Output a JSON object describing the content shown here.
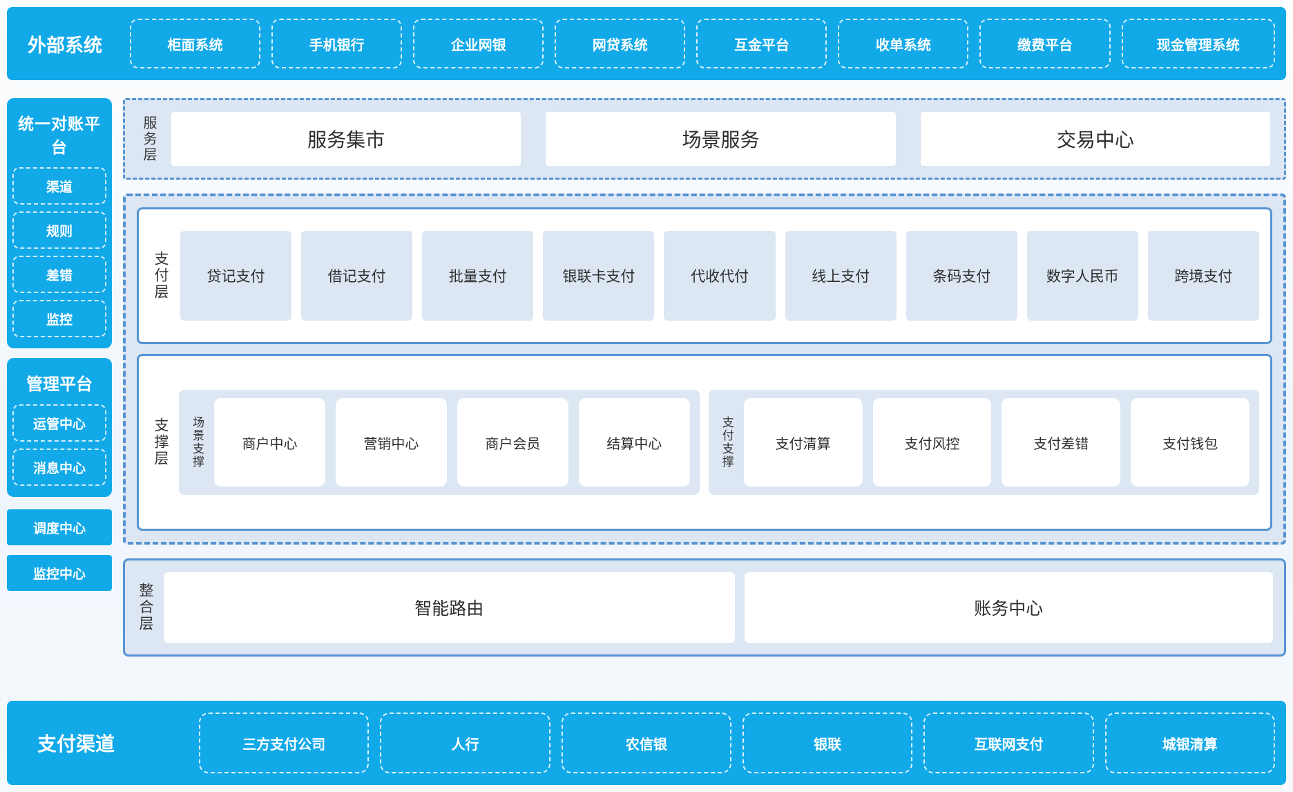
{
  "colors": {
    "brand_blue": "#12a9e9",
    "panel_light_blue": "#dce7f3",
    "border_blue": "#5593d4",
    "box_white": "#ffffff",
    "text_dark": "#2d2d2d",
    "text_white": "#ffffff"
  },
  "top_bar": {
    "title": "外部系统",
    "items": [
      "柜面系统",
      "手机银行",
      "企业网银",
      "网贷系统",
      "互金平台",
      "收单系统",
      "缴费平台",
      "现金管理系统"
    ]
  },
  "sidebar": {
    "reconciliation": {
      "title": "统一对账平台",
      "items": [
        "渠道",
        "规则",
        "差错",
        "监控"
      ]
    },
    "management": {
      "title": "管理平台",
      "items": [
        "运管中心",
        "消息中心"
      ]
    },
    "solo_items": [
      "调度中心",
      "监控中心"
    ]
  },
  "service_layer": {
    "label": "服务层",
    "items": [
      "服务集市",
      "场景服务",
      "交易中心"
    ]
  },
  "payment_layer": {
    "label": "支付层",
    "items": [
      "贷记支付",
      "借记支付",
      "批量支付",
      "银联卡支付",
      "代收代付",
      "线上支付",
      "条码支付",
      "数字人民币",
      "跨境支付"
    ]
  },
  "support_layer": {
    "label": "支撑层",
    "groups": [
      {
        "label": "场景支撑",
        "items": [
          "商户中心",
          "营销中心",
          "商户会员",
          "结算中心"
        ]
      },
      {
        "label": "支付支撑",
        "items": [
          "支付清算",
          "支付风控",
          "支付差错",
          "支付钱包"
        ]
      }
    ]
  },
  "integration_layer": {
    "label": "整合层",
    "items": [
      "智能路由",
      "账务中心"
    ]
  },
  "bottom_bar": {
    "title": "支付渠道",
    "items": [
      "三方支付公司",
      "人行",
      "农信银",
      "银联",
      "互联网支付",
      "城银清算"
    ]
  }
}
